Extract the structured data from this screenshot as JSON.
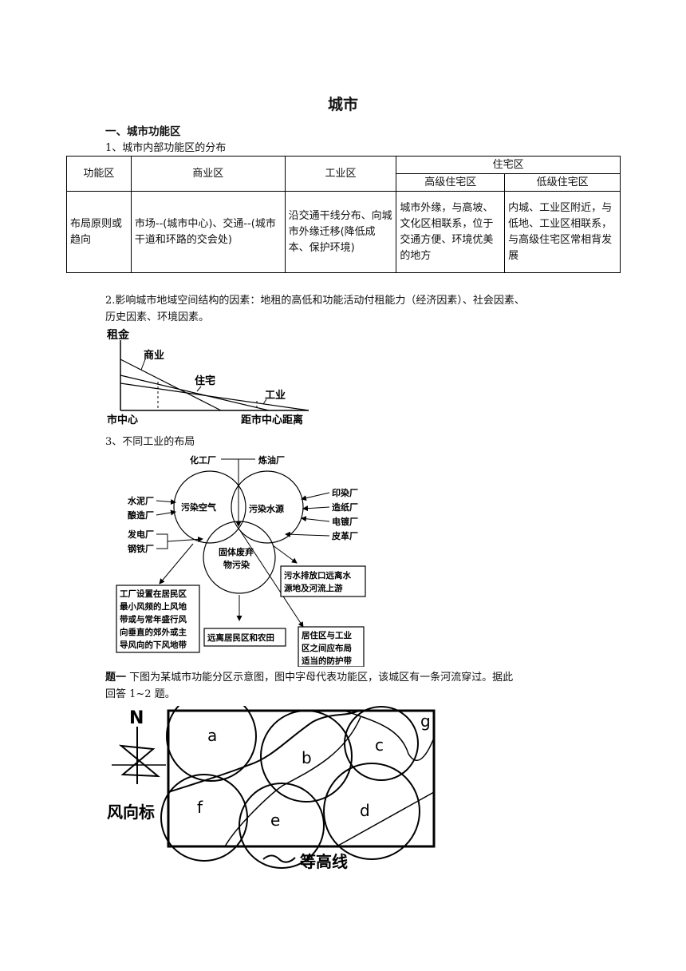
{
  "doc": {
    "title": "城市",
    "section1": "一、城市功能区",
    "sub1": "1、城市内部功能区的分布"
  },
  "table": {
    "h_func": "功能区",
    "h_business": "商业区",
    "h_industry": "工业区",
    "h_residential": "住宅区",
    "h_high": "高级住宅区",
    "h_low": "低级住宅区",
    "row_label": "布局原则或趋向",
    "business": "市场--(城市中心)、交通--(城市干道和环路的交会处)",
    "industry": "沿交通干线分布、向城市外缘迁移(降低成本、保护环境)",
    "high": "城市外缘，与高坡、文化区相联系，位于交通方便、环境优美的地方",
    "low": "内城、工业区附近，与低地、工业区相联系，与高级住宅区常相背发展"
  },
  "para2": {
    "line1": "2.影响城市地域空间结构的因素：地租的高低和功能活动付租能力（经济因素）、社会因素、",
    "line2": "历史因素、环境因素。"
  },
  "rent_chart": {
    "y_label": "租金",
    "origin_label": "市中心",
    "x_label": "距市中心距离",
    "business": "商业",
    "residential": "住宅",
    "industry": "工业"
  },
  "sub3": "3、不同工业的布局",
  "industry_diagram": {
    "chemical": "化工厂",
    "refinery": "炼油厂",
    "cement": "水泥厂",
    "brewery": "酿造厂",
    "power": "发电厂",
    "steel": "钢铁厂",
    "printing": "印染厂",
    "paper": "造纸厂",
    "plating": "电镀厂",
    "leather": "皮革厂",
    "air": "污染空气",
    "water": "污染水源",
    "solid1": "固体废弃",
    "solid2": "物污染",
    "box_left": [
      "工厂设置在居民区",
      "最小风频的上风地",
      "带或与常年盛行风",
      "向垂直的郊外或主",
      "导风向的下风地带"
    ],
    "box_mid": "远离居民区和农田",
    "box_water": [
      "污水排放口远离水",
      "源地及河流上游"
    ],
    "box_belt": [
      "居住区与工业",
      "区之间应布局",
      "适当的防护带"
    ]
  },
  "question": {
    "label": "题一",
    "line1": " 下图为某城市功能分区示意图，图中字母代表功能区，该城区有一条河流穿过。据此",
    "line2": "回答 1~2 题。"
  },
  "map": {
    "north": "N",
    "wind": "风向标",
    "contour": "等高线",
    "zones": [
      "a",
      "b",
      "c",
      "d",
      "e",
      "f",
      "g"
    ]
  }
}
